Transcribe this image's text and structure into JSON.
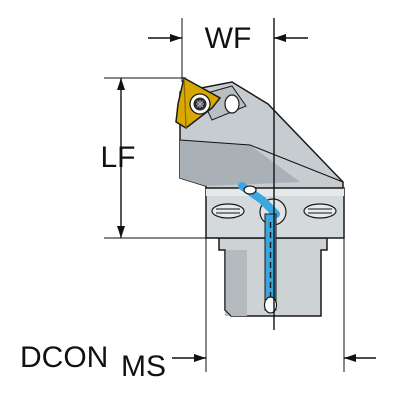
{
  "labels": {
    "wf": "WF",
    "lf": "LF",
    "dcon_main": "DCON",
    "dcon_sub": "MS"
  },
  "colors": {
    "background": "#ffffff",
    "tool_body_light": "#dfe3e6",
    "tool_body_mid": "#c3c9cd",
    "tool_body_dark": "#9aa2a8",
    "outline": "#1a1a1a",
    "coolant": "#3aa7e0",
    "insert_gold": "#d8a800",
    "dimension_line": "#111111"
  },
  "icons": {
    "insert": "threading-insert-icon",
    "screw": "torx-screw-icon",
    "coolant": "coolant-channel-icon"
  }
}
